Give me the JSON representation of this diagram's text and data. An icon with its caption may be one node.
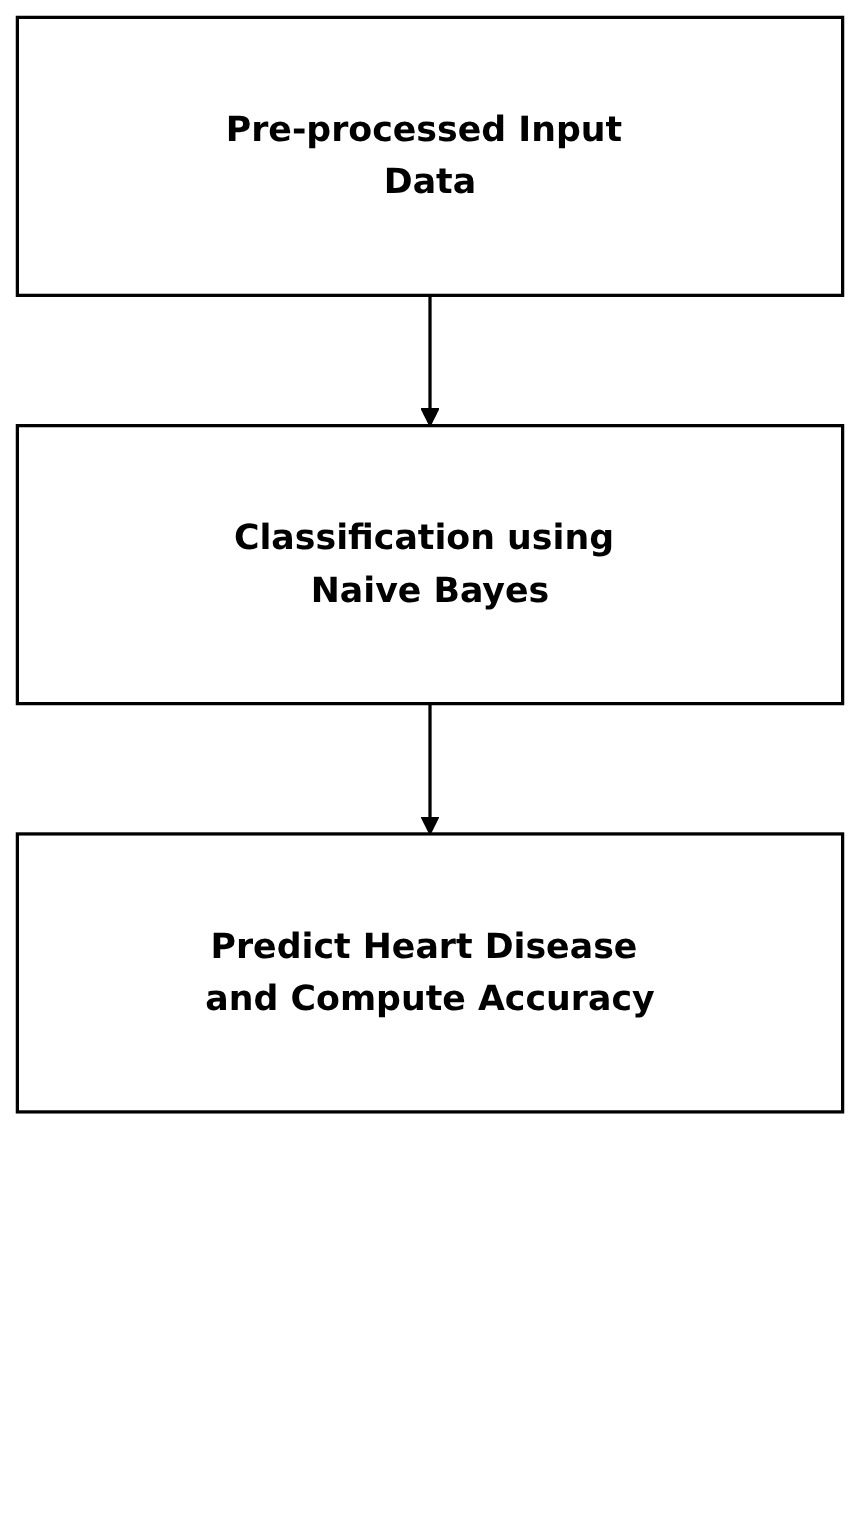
{
  "diagram": {
    "nodes": [
      {
        "text": [
          "Pre-processed Input Data"
        ]
      },
      {
        "text": [
          "Classification using Naive Bayes"
        ]
      },
      {
        "text": [
          "Predict Heart Disease and Compute Accuracy"
        ]
      }
    ],
    "edges": [
      {
        "from": 0,
        "to": 1,
        "arrow": "to"
      },
      {
        "from": 1,
        "to": 2,
        "arrow": "to"
      }
    ]
  }
}
